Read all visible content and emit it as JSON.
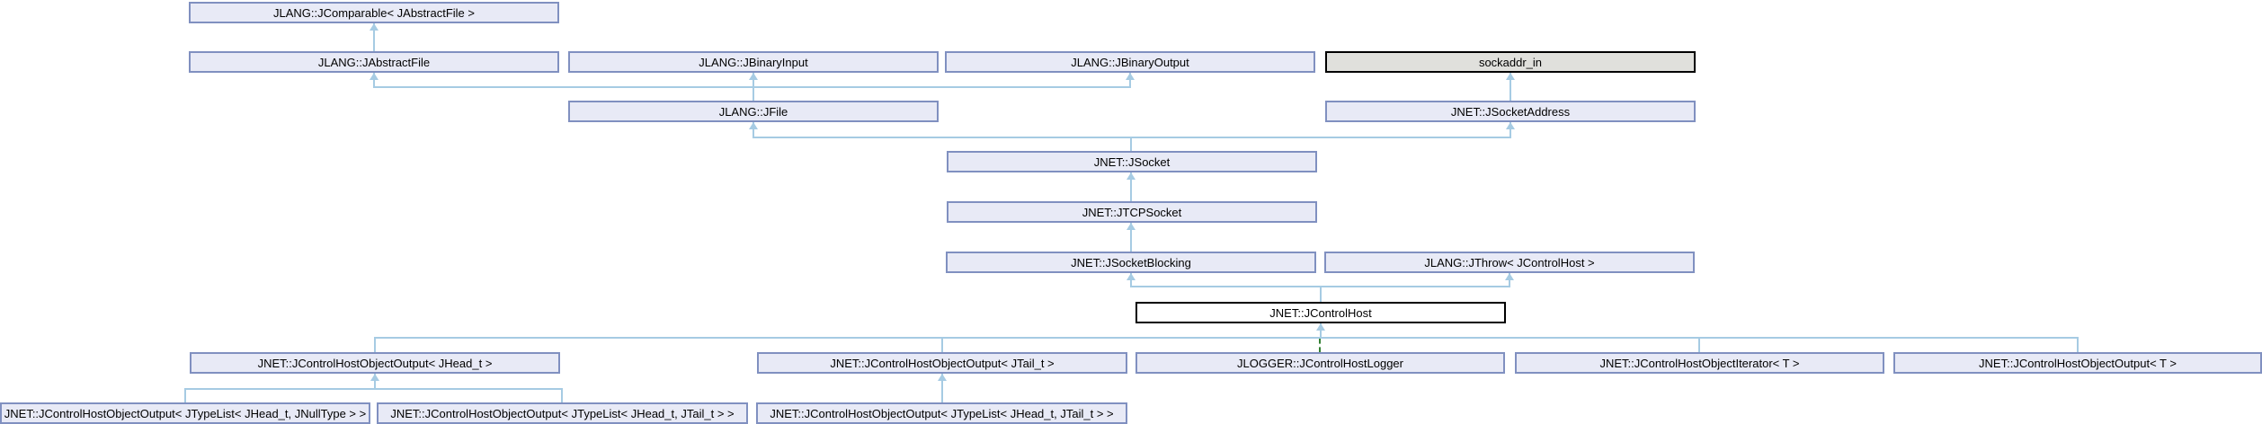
{
  "diagram": {
    "kind": "class-inheritance-graph",
    "colors": {
      "node_fill": "#E8EAF6",
      "node_border": "#8090C0",
      "external_node_fill": "#E0E0DC",
      "external_node_border": "#000000",
      "current_node_fill": "#ffffff",
      "current_node_border": "#000000",
      "edge": "#A6CBE3",
      "private_edge": "#338033",
      "text": "#000000"
    },
    "nodes": [
      {
        "id": "jcomparable",
        "label": "JLANG::JComparable< JAbstractFile >",
        "variant": "class"
      },
      {
        "id": "jabstractfile",
        "label": "JLANG::JAbstractFile",
        "variant": "class"
      },
      {
        "id": "jbinaryinput",
        "label": "JLANG::JBinaryInput",
        "variant": "class"
      },
      {
        "id": "jbinaryoutput",
        "label": "JLANG::JBinaryOutput",
        "variant": "class"
      },
      {
        "id": "sockaddr_in",
        "label": "sockaddr_in",
        "variant": "external"
      },
      {
        "id": "jfile",
        "label": "JLANG::JFile",
        "variant": "class"
      },
      {
        "id": "jsocketaddress",
        "label": "JNET::JSocketAddress",
        "variant": "class"
      },
      {
        "id": "jsocket",
        "label": "JNET::JSocket",
        "variant": "class"
      },
      {
        "id": "jtcpsocket",
        "label": "JNET::JTCPSocket",
        "variant": "class"
      },
      {
        "id": "jsocketblocking",
        "label": "JNET::JSocketBlocking",
        "variant": "class"
      },
      {
        "id": "jthrow",
        "label": "JLANG::JThrow< JControlHost >",
        "variant": "class"
      },
      {
        "id": "jcontrolhost",
        "label": "JNET::JControlHost",
        "variant": "current"
      },
      {
        "id": "out_jhead",
        "label": "JNET::JControlHostObjectOutput< JHead_t >",
        "variant": "class"
      },
      {
        "id": "out_jtail",
        "label": "JNET::JControlHostObjectOutput< JTail_t >",
        "variant": "class"
      },
      {
        "id": "jcontrolhostlogger",
        "label": "JLOGGER::JControlHostLogger",
        "variant": "class"
      },
      {
        "id": "iterator_t",
        "label": "JNET::JControlHostObjectIterator< T >",
        "variant": "class"
      },
      {
        "id": "out_t",
        "label": "JNET::JControlHostObjectOutput< T >",
        "variant": "class"
      },
      {
        "id": "out_tl_nulltype",
        "label": "JNET::JControlHostObjectOutput< JTypeList< JHead_t, JNullType > >",
        "variant": "class"
      },
      {
        "id": "out_tl_tail_a",
        "label": "JNET::JControlHostObjectOutput< JTypeList< JHead_t, JTail_t > >",
        "variant": "class"
      },
      {
        "id": "out_tl_tail_b",
        "label": "JNET::JControlHostObjectOutput< JTypeList< JHead_t, JTail_t > >",
        "variant": "class"
      }
    ],
    "edges": [
      {
        "child": "jabstractfile",
        "parent": "jcomparable",
        "style": "public"
      },
      {
        "child": "jfile",
        "parent": "jabstractfile",
        "style": "public"
      },
      {
        "child": "jfile",
        "parent": "jbinaryinput",
        "style": "public"
      },
      {
        "child": "jfile",
        "parent": "jbinaryoutput",
        "style": "public"
      },
      {
        "child": "jsocketaddress",
        "parent": "sockaddr_in",
        "style": "public"
      },
      {
        "child": "jsocket",
        "parent": "jfile",
        "style": "public"
      },
      {
        "child": "jsocket",
        "parent": "jsocketaddress",
        "style": "public"
      },
      {
        "child": "jtcpsocket",
        "parent": "jsocket",
        "style": "public"
      },
      {
        "child": "jsocketblocking",
        "parent": "jtcpsocket",
        "style": "public"
      },
      {
        "child": "jcontrolhost",
        "parent": "jsocketblocking",
        "style": "public"
      },
      {
        "child": "jcontrolhost",
        "parent": "jthrow",
        "style": "public"
      },
      {
        "child": "out_jhead",
        "parent": "jcontrolhost",
        "style": "public"
      },
      {
        "child": "out_jtail",
        "parent": "jcontrolhost",
        "style": "public"
      },
      {
        "child": "jcontrolhostlogger",
        "parent": "jcontrolhost",
        "style": "private"
      },
      {
        "child": "iterator_t",
        "parent": "jcontrolhost",
        "style": "public"
      },
      {
        "child": "out_t",
        "parent": "jcontrolhost",
        "style": "public"
      },
      {
        "child": "out_tl_nulltype",
        "parent": "out_jhead",
        "style": "public"
      },
      {
        "child": "out_tl_tail_a",
        "parent": "out_jhead",
        "style": "public"
      },
      {
        "child": "out_tl_tail_b",
        "parent": "out_jtail",
        "style": "public"
      }
    ]
  }
}
